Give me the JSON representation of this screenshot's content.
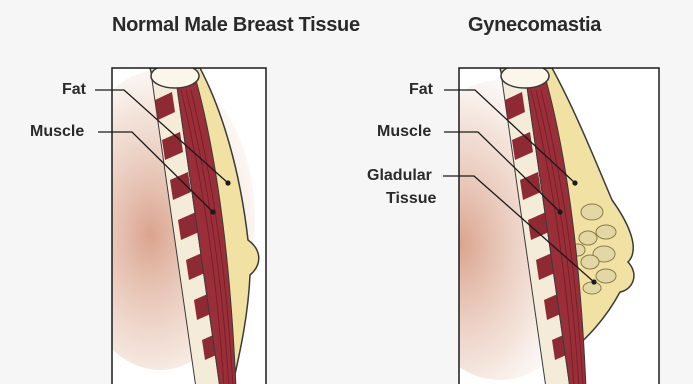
{
  "panels": {
    "left": {
      "title": "Normal Male Breast Tissue",
      "labels": {
        "fat": "Fat",
        "muscle": "Muscle"
      }
    },
    "right": {
      "title": "Gynecomastia",
      "labels": {
        "fat": "Fat",
        "muscle": "Muscle",
        "glandular_line1": "Gladular",
        "glandular_line2": "Tissue"
      }
    }
  },
  "colors": {
    "background": "#f6f6f6",
    "frame": "#1a1a1a",
    "fat": "#f1e2a3",
    "muscle": "#9a2f3a",
    "muscle_stripe": "#7a1f2a",
    "rib_light": "#f4ecd8",
    "rib_dark": "#8e2a34",
    "glow": "#d9a58a"
  }
}
